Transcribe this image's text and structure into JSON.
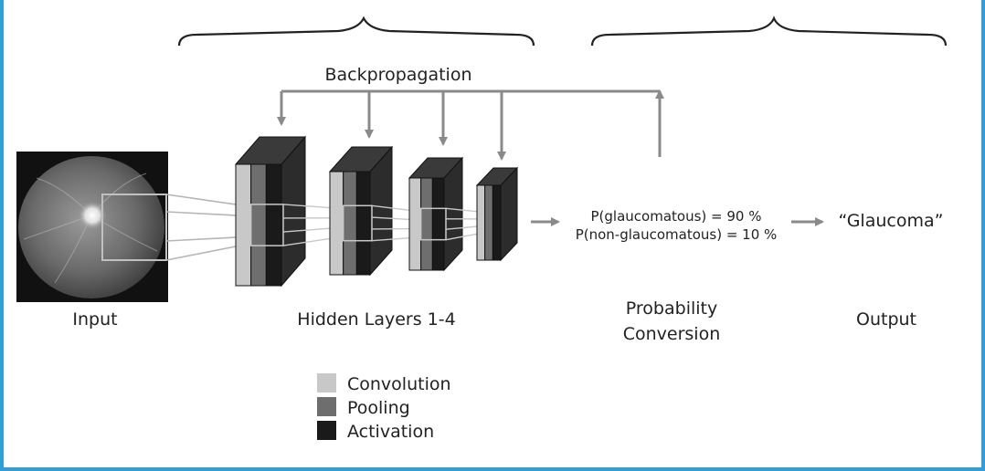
{
  "top_labels": {
    "left_partial": "",
    "right_partial": ""
  },
  "backprop_label": "Backpropagation",
  "labels": {
    "input": "Input",
    "hidden": "Hidden Layers 1-4",
    "probability_line1": "Probability",
    "probability_line2": "Conversion",
    "output": "Output"
  },
  "probabilities": {
    "glaucomatous": "P(glaucomatous) = 90 %",
    "non_glaucomatous": "P(non-glaucomatous) = 10 %"
  },
  "output_value": "“Glaucoma”",
  "legend": [
    {
      "label": "Convolution",
      "color": "#c8c8c8"
    },
    {
      "label": "Pooling",
      "color": "#6e6e6e"
    },
    {
      "label": "Activation",
      "color": "#1a1a1a"
    }
  ],
  "colors": {
    "frame": "#2e9fd8",
    "arrow": "#8a8a8a",
    "block_dark": "#2a2a2a",
    "block_top": "#3a3a3a"
  }
}
